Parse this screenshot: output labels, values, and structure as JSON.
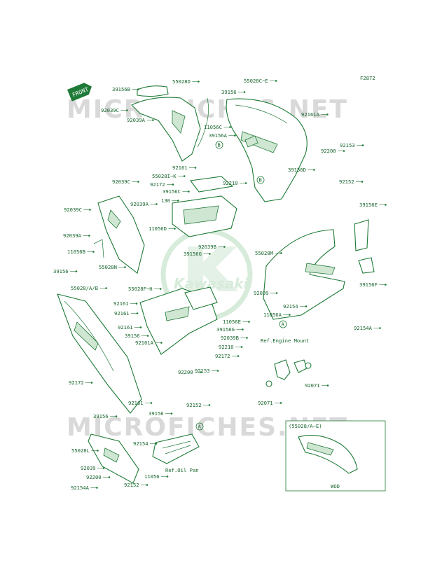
{
  "diagram": {
    "figure_code": "F2872",
    "watermark_top": "MICROFICHES.NET",
    "watermark_bottom": "MICROFICHES.NET",
    "logo_text": "Kawasaki",
    "front_label": "FRONT",
    "ref_engine_mount": "Ref.Engine Mount",
    "ref_oil_pan": "Ref.Oil Pan",
    "inset_title": "(55028/A~E)",
    "inset_caption": "WOD",
    "circle_a": "A",
    "circle_b": "B",
    "labels": [
      "55028D",
      "39156B",
      "92039C",
      "92039A",
      "39156",
      "55028C~E",
      "11056C",
      "39156A",
      "92161A",
      "92153",
      "92200",
      "92152",
      "92161",
      "39156D",
      "55028I~K",
      "92172",
      "92210",
      "39156C",
      "130",
      "11056D",
      "92039B",
      "39156G",
      "92039C",
      "92039A",
      "92039C",
      "92039A",
      "11056B",
      "55028N",
      "39156E",
      "55028M",
      "39156F",
      "92039",
      "92154",
      "11056A",
      "92154A",
      "39156",
      "55028/A/B",
      "55028F~H",
      "92161",
      "92161",
      "92161",
      "39156",
      "92161A",
      "92210",
      "11056E",
      "39156G",
      "92039B",
      "92172",
      "92200",
      "92153",
      "92172",
      "92161",
      "92152",
      "92071",
      "92071",
      "39156",
      "39156",
      "55028L",
      "92039",
      "92200",
      "92154A",
      "92154",
      "11056",
      "92152"
    ]
  }
}
